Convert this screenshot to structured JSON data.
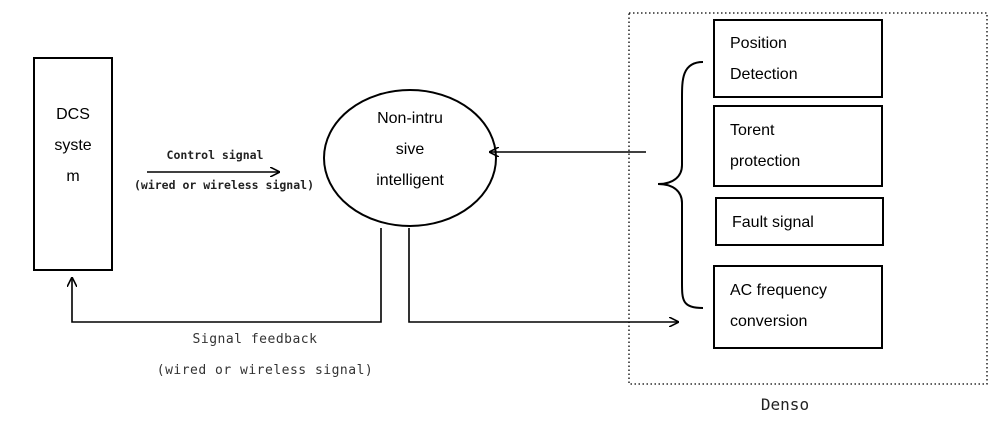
{
  "dcs": {
    "lines": [
      "DCS",
      "syste",
      "m"
    ]
  },
  "controller": {
    "lines": [
      "Non-intru",
      "sive",
      "intelligent"
    ]
  },
  "control_signal": {
    "label": "Control signal",
    "sublabel": "(wired or wireless signal)"
  },
  "feedback": {
    "label": "Signal feedback",
    "sublabel": "(wired or wireless signal)"
  },
  "denso": {
    "caption": "Denso",
    "boxes": [
      {
        "lines": [
          "Position",
          "Detection"
        ]
      },
      {
        "lines": [
          "Torent",
          "protection"
        ]
      },
      {
        "lines": [
          "Fault signal"
        ]
      },
      {
        "lines": [
          "AC frequency",
          "conversion"
        ]
      }
    ]
  }
}
